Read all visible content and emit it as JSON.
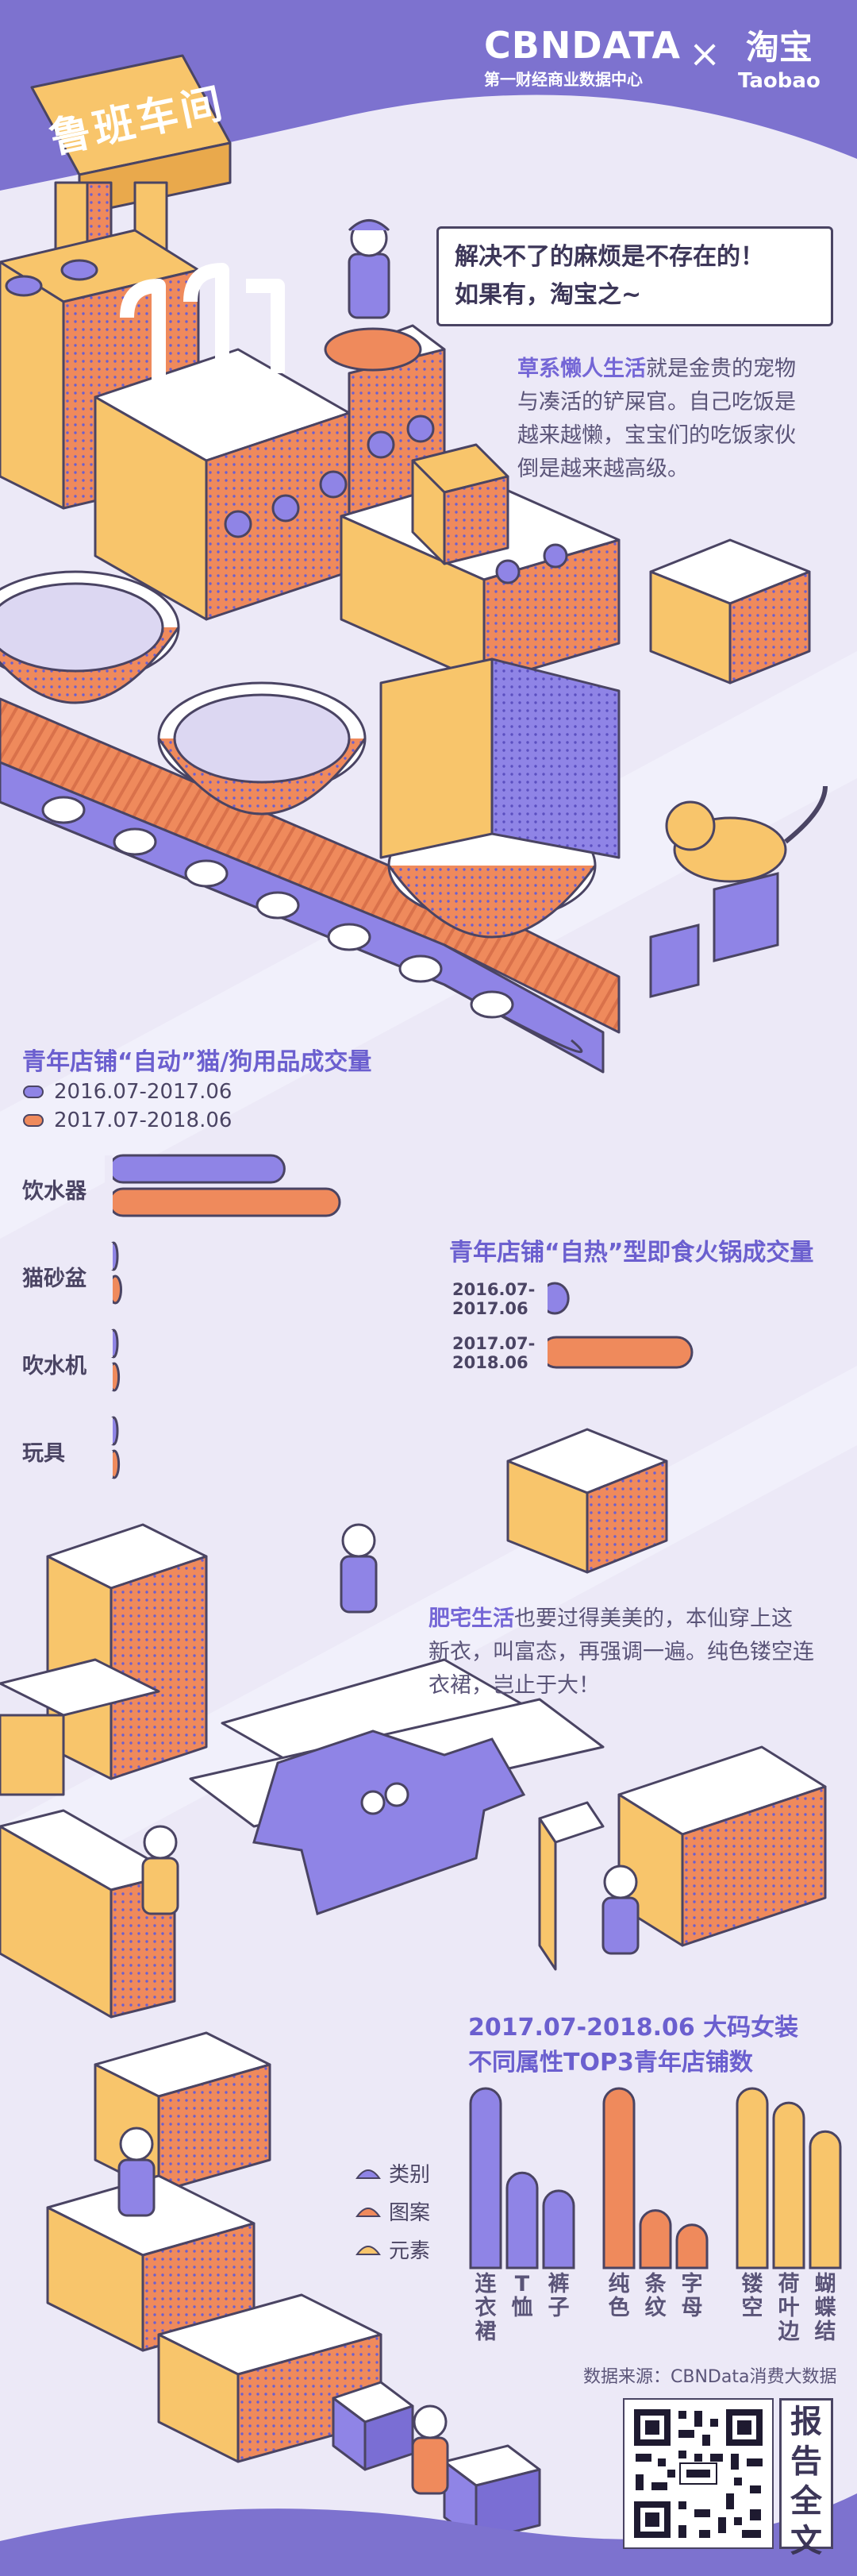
{
  "header": {
    "brand_name": "CBNDATA",
    "brand_subtitle": "第一财经商业数据中心",
    "separator": "×",
    "partner_cn": "淘宝",
    "partner_en": "Taobao"
  },
  "sign": {
    "text": "鲁班车间"
  },
  "speech": {
    "line1": "解决不了的麻烦是不存在的！",
    "line2": "如果有，淘宝之~"
  },
  "section1": {
    "keyword": "草系懒人生活",
    "lines": [
      "与凑活的铲屎官。自己吃饭是",
      "越来越懒，宝宝们的吃饭家伙",
      "倒是越来越高级。"
    ],
    "first_line_rest": "就是金贵的宠物"
  },
  "section2": {
    "keyword": "肥宅生活",
    "first_line_rest": "也要过得美美的，本仙穿上这",
    "lines": [
      "新衣，叫富态，再强调一遍。纯色镂空连",
      "衣裙，岂止于大！"
    ]
  },
  "colors": {
    "purple": "#8f84e6",
    "orange": "#ef8a5c",
    "yellow": "#f8c56b",
    "dark": "#4a4463",
    "header_bg": "#7d72cf"
  },
  "chart_data": [
    {
      "type": "bar",
      "orientation": "horizontal",
      "title": "青年店铺“自动”猫/狗用品成交量",
      "categories": [
        "饮水器",
        "猫砂盆",
        "吹水机",
        "玩具"
      ],
      "series": [
        {
          "name": "2016.07-2017.06",
          "color": "#8f84e6",
          "values": [
            0.76,
            0.02,
            0.02,
            0.02
          ]
        },
        {
          "name": "2017.07-2018.06",
          "color": "#ef8a5c",
          "values": [
            1.0,
            0.05,
            0.04,
            0.04
          ]
        }
      ]
    },
    {
      "type": "bar",
      "orientation": "horizontal",
      "title": "青年店铺“自热”型即食火锅成交量",
      "categories": [
        "2016.07-2017.06",
        "2017.07-2018.06"
      ],
      "values": [
        0.18,
        1.0
      ],
      "colors": [
        "#8f84e6",
        "#ef8a5c"
      ]
    },
    {
      "type": "bar",
      "orientation": "vertical",
      "title": "2017.07-2018.06 大码女装",
      "subtitle": "不同属性TOP3青年店铺数",
      "legend": [
        {
          "name": "类别",
          "color": "#8f84e6"
        },
        {
          "name": "图案",
          "color": "#ef8a5c"
        },
        {
          "name": "元素",
          "color": "#f8c56b"
        }
      ],
      "groups": [
        {
          "group": "类别",
          "color": "#8f84e6",
          "categories": [
            "连衣裙",
            "T恤",
            "裤子"
          ],
          "values": [
            1.0,
            0.53,
            0.43
          ]
        },
        {
          "group": "图案",
          "color": "#ef8a5c",
          "categories": [
            "纯色",
            "条纹",
            "字母"
          ],
          "values": [
            1.0,
            0.32,
            0.24
          ]
        },
        {
          "group": "元素",
          "color": "#f8c56b",
          "categories": [
            "镂空",
            "荷叶边",
            "蝴蝶结"
          ],
          "values": [
            1.0,
            0.92,
            0.76
          ]
        }
      ]
    }
  ],
  "footer": {
    "source": "数据来源：CBNData消费大数据",
    "report_label": [
      "报",
      "告",
      "全",
      "文"
    ],
    "qr_icon": "qr-code-icon"
  }
}
